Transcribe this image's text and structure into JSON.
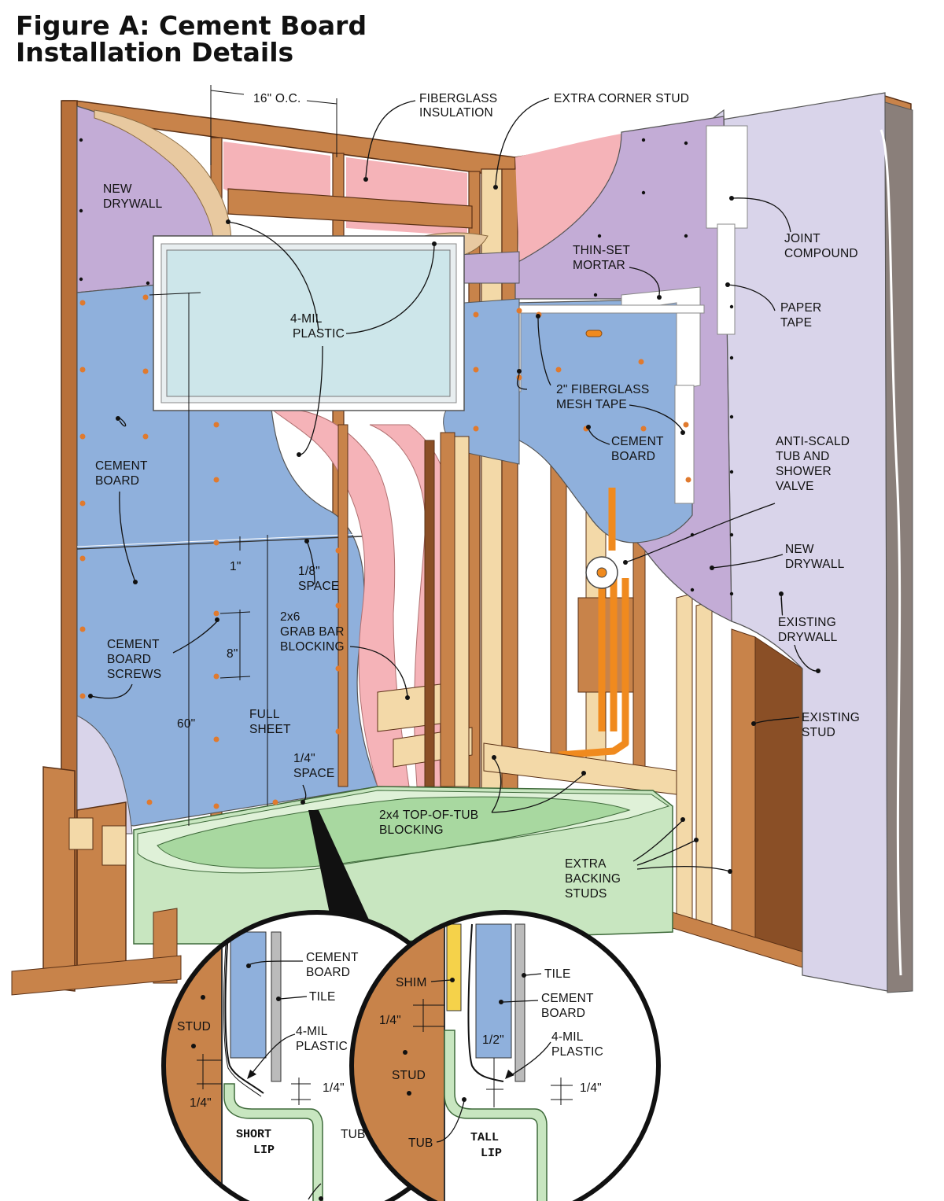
{
  "title_line1": "Figure A: Cement Board",
  "title_line2": "Installation Details",
  "colors": {
    "wood": "#c8834a",
    "wood_dark": "#8a4f26",
    "wood_light": "#f3d9a8",
    "insulation": "#f5b3b8",
    "new_drywall": "#c3acd6",
    "cement_board": "#8fb0dc",
    "existing_drywall": "#d9d4ea",
    "tub": "#c8e6c0",
    "tub_inner": "#a8d8a0",
    "plastic": "#e8c9a0",
    "pipe": "#f08a1e",
    "screw": "#e07a2e",
    "window_glass": "#cde6ea"
  },
  "labels": {
    "spacing_oc": "16\" O.C.",
    "fiberglass_insulation": [
      "FIBERGLASS",
      "INSULATION"
    ],
    "extra_corner_stud": "EXTRA CORNER STUD",
    "new_drywall_left": [
      "NEW",
      "DRYWALL"
    ],
    "joint_compound": [
      "JOINT ",
      "COMPOUND"
    ],
    "thinset_mortar": [
      "THIN-SET",
      "MORTAR"
    ],
    "paper_tape": [
      "PAPER",
      "TAPE"
    ],
    "four_mil_plastic": [
      "4-MIL",
      "PLASTIC"
    ],
    "mesh_tape": [
      "2\" FIBERGLASS",
      "MESH TAPE"
    ],
    "cement_board_right": [
      "CEMENT",
      "BOARD"
    ],
    "cement_board_left": [
      "CEMENT",
      "BOARD"
    ],
    "anti_scald": [
      "ANTI-SCALD",
      "TUB AND",
      "SHOWER",
      "VALVE"
    ],
    "one_inch": "1\"",
    "eighth_space": [
      "1/8\"",
      "SPACE"
    ],
    "new_drywall_right": [
      "NEW",
      "DRYWALL"
    ],
    "grab_bar": [
      "2x6",
      "GRAB BAR",
      "BLOCKING"
    ],
    "existing_drywall": [
      "EXISTING ",
      "DRYWALL"
    ],
    "screws": [
      "CEMENT",
      "BOARD",
      "SCREWS"
    ],
    "eight_inch": "8\"",
    "full_sheet": [
      "FULL",
      "SHEET"
    ],
    "existing_stud": [
      "EXISTING ",
      "STUD"
    ],
    "sixty_inch": "60\"",
    "quarter_space": [
      "1/4\"",
      "SPACE"
    ],
    "top_of_tub": [
      "2x4 TOP-OF-TUB",
      "BLOCKING"
    ],
    "extra_backing": [
      "EXTRA",
      "BACKING ",
      "STUDS"
    ]
  },
  "detail_short": {
    "cement_board": [
      "CEMENT",
      "BOARD"
    ],
    "tile": "TILE",
    "stud": "STUD",
    "plastic": [
      "4-MIL",
      "PLASTIC",
      ""
    ],
    "gap_quarter_left": "1/4\"",
    "gap_quarter_right": "1/4\"",
    "tub": [
      "TUB",
      ""
    ],
    "caption": [
      "SHORT ",
      "LIP"
    ]
  },
  "detail_tall": {
    "shim": "SHIM",
    "tile": "TILE",
    "cement_board": [
      "CEMENT",
      "BOARD"
    ],
    "quarter": "1/4\"",
    "half": "1/2\"",
    "plastic": [
      "4-MIL",
      "PLASTIC",
      ""
    ],
    "stud": "STUD",
    "gap_quarter_right": "1/4\"",
    "tub": "TUB",
    "caption": [
      "TALL ",
      "LIP"
    ]
  }
}
